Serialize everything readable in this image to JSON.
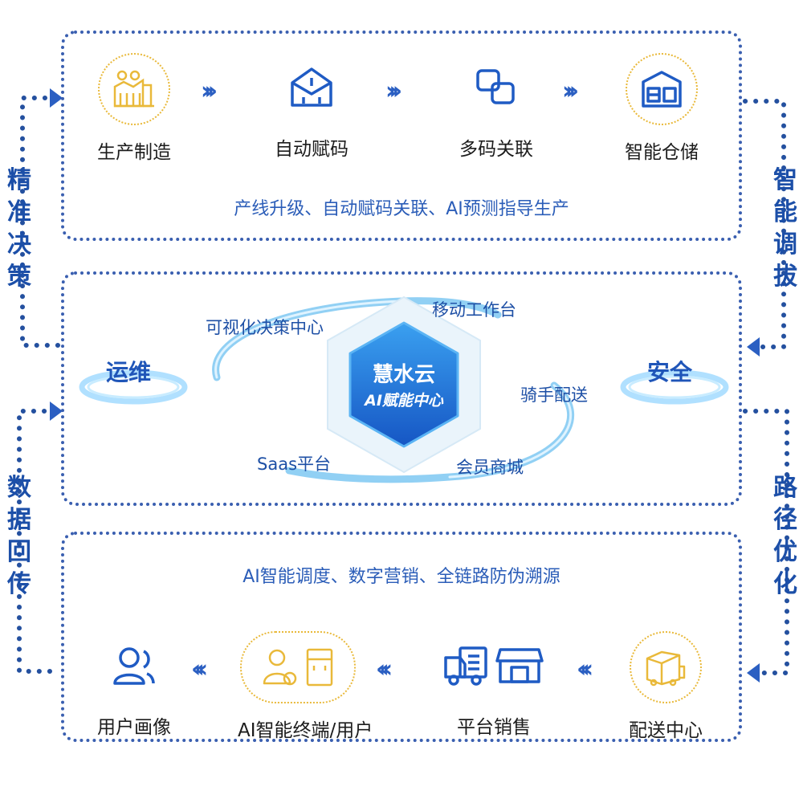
{
  "top_flow": {
    "steps": [
      "生产制造",
      "自动赋码",
      "多码关联",
      "智能仓储"
    ],
    "caption": "产线升级、自动赋码关联、AI预测指导生产"
  },
  "center": {
    "hub_line1": "慧水云",
    "hub_line2": "AI赋能中心",
    "left_label": "运维",
    "right_label": "安全",
    "orbit_labels": [
      "可视化决策中心",
      "移动工作台",
      "骑手配送",
      "会员商城",
      "Saas平台"
    ]
  },
  "bottom_flow": {
    "caption": "AI智能调度、数字营销、全链路防伪溯源",
    "steps": [
      "用户画像",
      "AI智能终端/用户",
      "平台销售",
      "配送中心"
    ]
  },
  "side_labels": {
    "left_top": [
      "精",
      "准",
      "决",
      "策"
    ],
    "left_bottom": [
      "数",
      "据",
      "回",
      "传"
    ],
    "right_top": [
      "智",
      "能",
      "调",
      "拔"
    ],
    "right_bottom": [
      "路",
      "径",
      "优",
      "化"
    ]
  },
  "colors": {
    "primary": "#2b5fc2",
    "accent_gold": "#e9b93a",
    "hub_blue": "#1f6fd0",
    "dot_border": "#3a5fb0"
  },
  "icons": [
    "factory-icon",
    "coding-envelope-icon",
    "linked-squares-icon",
    "warehouse-icon",
    "user-profile-icon",
    "ai-terminal-icon",
    "truck-icon",
    "storefront-icon",
    "delivery-box-icon"
  ]
}
